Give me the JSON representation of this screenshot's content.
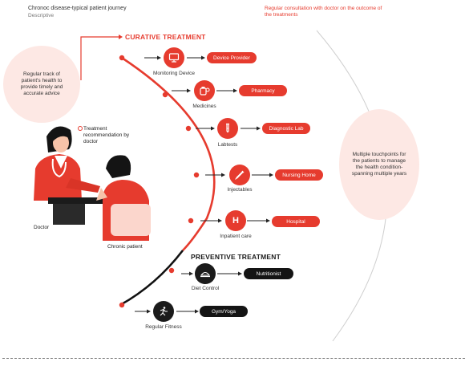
{
  "header": {
    "title": "Chronoc disease-typical patient journey",
    "subtitle": "Descriptive",
    "note": "Regular consultation with doctor on the outcome of the treatments"
  },
  "sections": {
    "curative": "CURATIVE TREATMENT",
    "preventive": "PREVENTIVE TREATMENT"
  },
  "left_note": "Regular track of patient's health to provide timely and accurate advice",
  "right_note": "Multiple touchpoints for the patients to manage the health condition-spanning multiple years",
  "recommendation": "Treatment recommendation by doctor",
  "people": {
    "doctor": "Doctor",
    "patient": "Chronic patient"
  },
  "touchpoints": [
    {
      "icon": "monitor-icon",
      "label": "Monitoring Device",
      "pill": "Device Provider",
      "color": "#e63b2e"
    },
    {
      "icon": "pills-icon",
      "label": "Medicines",
      "pill": "Pharmacy",
      "color": "#e63b2e"
    },
    {
      "icon": "test-tube-icon",
      "label": "Labtests",
      "pill": "Diagnostic Lab",
      "color": "#e63b2e"
    },
    {
      "icon": "syringe-icon",
      "label": "Injectables",
      "pill": "Nursing Home",
      "color": "#e63b2e"
    },
    {
      "icon": "hospital-icon",
      "label": "Inpatient care",
      "pill": "Hospital",
      "color": "#e63b2e"
    },
    {
      "icon": "food-tray-icon",
      "label": "Diet Control",
      "pill": "Nutritionist",
      "color": "#141414"
    },
    {
      "icon": "fitness-icon",
      "label": "Regular Fitness",
      "pill": "Gym/Yoga",
      "color": "#141414"
    }
  ]
}
